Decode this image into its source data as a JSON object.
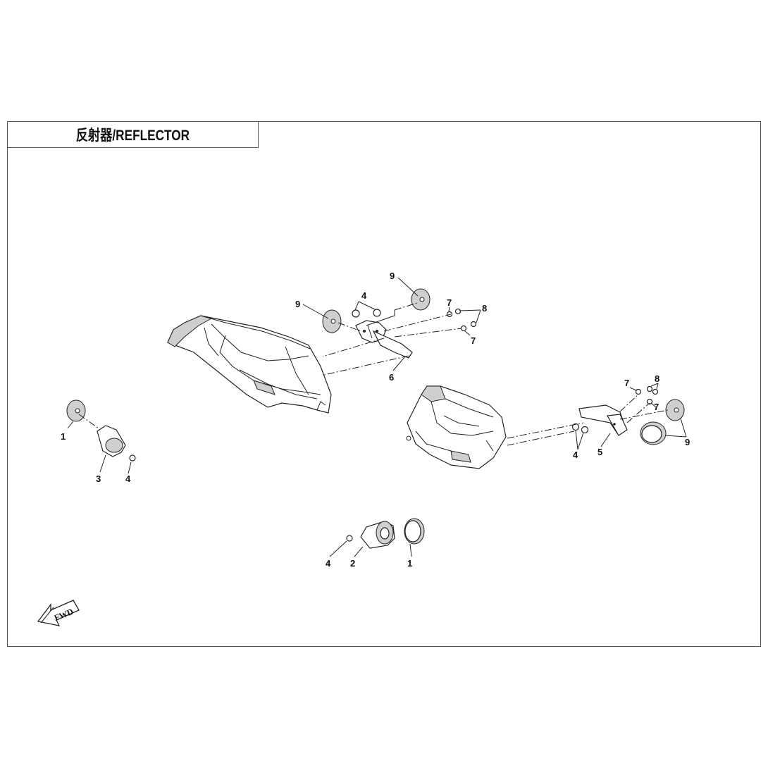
{
  "title": "反射器/REFLECTOR",
  "fwd_label": "FWD",
  "callouts": {
    "c9a": "9",
    "c9b": "9",
    "c4a": "4",
    "c7a": "7",
    "c8a": "8",
    "c7b": "7",
    "c6": "6",
    "c1a": "1",
    "c3": "3",
    "c4b": "4",
    "c7c": "7",
    "c8b": "8",
    "c7d": "7",
    "c4c": "4",
    "c5": "5",
    "c9c": "9",
    "c4d": "4",
    "c2": "2",
    "c1b": "1"
  }
}
